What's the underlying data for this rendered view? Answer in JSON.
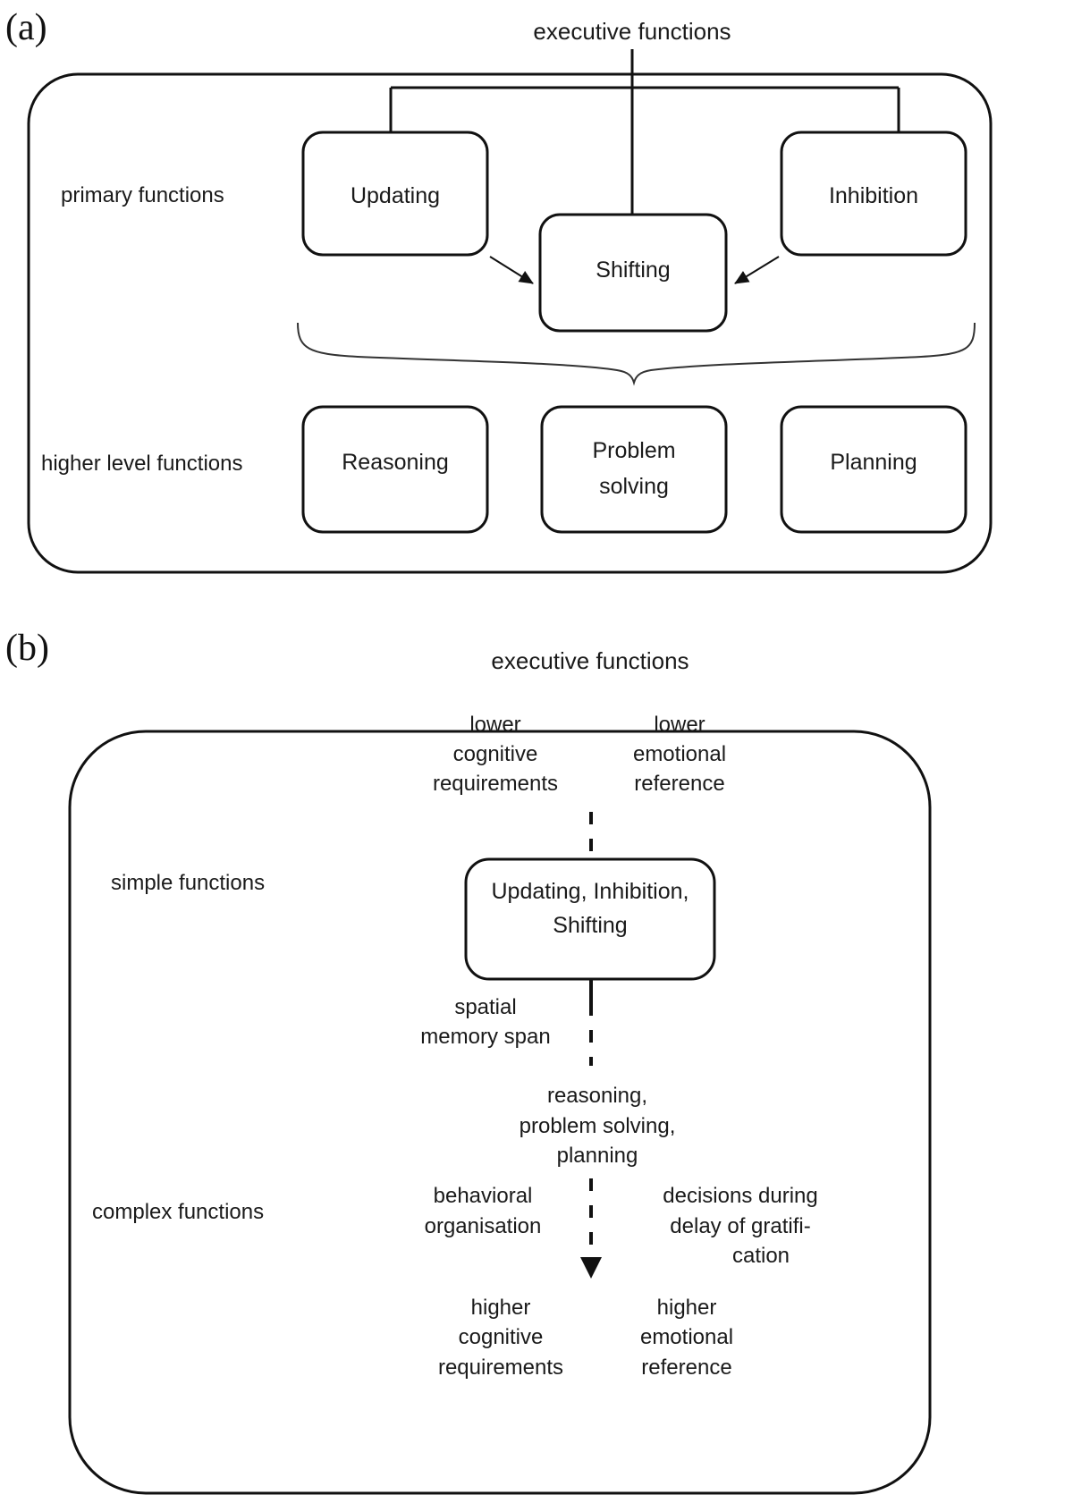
{
  "figure": {
    "panel_a": {
      "letter": "(a)",
      "title": "executive functions",
      "row_labels": [
        {
          "id": "primary",
          "text": "primary functions"
        },
        {
          "id": "higher",
          "text": "higher level functions"
        }
      ],
      "primary_nodes": [
        {
          "id": "updating",
          "label": "Updating"
        },
        {
          "id": "shifting",
          "label": "Shifting"
        },
        {
          "id": "inhibition",
          "label": "Inhibition"
        }
      ],
      "higher_nodes": [
        {
          "id": "reasoning",
          "label": "Reasoning"
        },
        {
          "id": "problem-solving",
          "label_line1": "Problem",
          "label_line2": "solving"
        },
        {
          "id": "planning",
          "label": "Planning"
        }
      ]
    },
    "panel_b": {
      "letter": "(b)",
      "title": "executive functions",
      "row_labels": [
        {
          "id": "simple",
          "text": "simple functions"
        },
        {
          "id": "complex",
          "text": "complex functions"
        }
      ],
      "top_annotations": [
        {
          "id": "lower-cognitive",
          "line1": "lower",
          "line2": "cognitive",
          "line3": "requirements"
        },
        {
          "id": "lower-emotional",
          "line1": "lower",
          "line2": "emotional",
          "line3": "reference"
        }
      ],
      "center_node": {
        "id": "simple-functions-node",
        "line1": "Updating, Inhibition,",
        "line2": "Shifting"
      },
      "mid_annotations": [
        {
          "id": "spatial-memory-span",
          "line1": "spatial",
          "line2": "memory span"
        },
        {
          "id": "complex-task-list",
          "line1": "reasoning,",
          "line2": "problem solving,",
          "line3": "planning"
        },
        {
          "id": "behavioral-organisation",
          "line1": "behavioral",
          "line2": "organisation"
        },
        {
          "id": "delay-of-gratification",
          "line1": "decisions during",
          "line2": "delay of gratifi-",
          "line3": "cation"
        }
      ],
      "bottom_annotations": [
        {
          "id": "higher-cognitive",
          "line1": "higher",
          "line2": "cognitive",
          "line3": "requirements"
        },
        {
          "id": "higher-emotional",
          "line1": "higher",
          "line2": "emotional",
          "line3": "reference"
        }
      ]
    },
    "colors": {
      "stroke": "#111111",
      "background": "#ffffff",
      "text": "#1a1a1a"
    }
  }
}
